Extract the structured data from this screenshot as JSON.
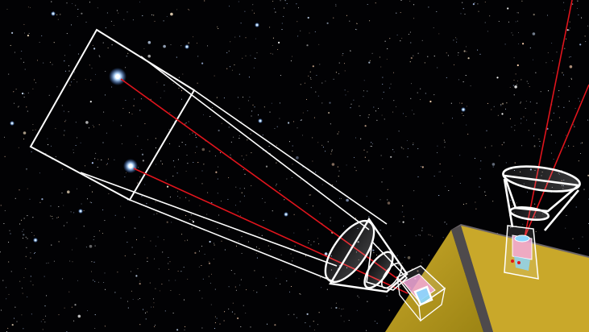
{
  "colors": {
    "sky": "#020204",
    "star_blue": "#7fb4ff",
    "beam": "#e0141c",
    "outline": "#ffffff",
    "platform_top": "#b99a1c",
    "platform_side": "#5a5454",
    "platform_right": "#8f7a16",
    "optic_tint": "#f3a8d8",
    "optic_inner": "#8ad6ff"
  },
  "elements": {
    "field_of_view_box": "field-of-view-frame",
    "guide_stars": [
      "bright-star-upper",
      "bright-star-lower"
    ],
    "instruments": [
      "telescope-left",
      "telescope-right"
    ],
    "spacecraft": "spacecraft-platform"
  }
}
